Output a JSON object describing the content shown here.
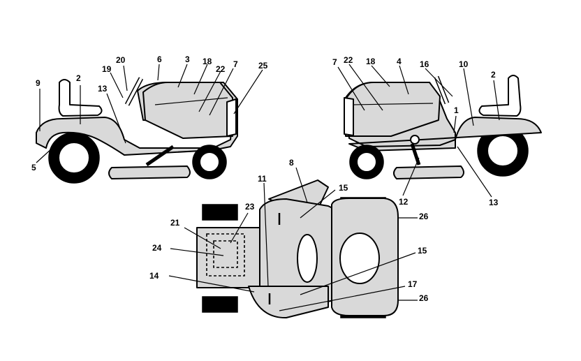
{
  "callouts": {
    "left": [
      "9",
      "2",
      "20",
      "19",
      "13",
      "6",
      "3",
      "18",
      "22",
      "7",
      "25",
      "5"
    ],
    "right": [
      "7",
      "22",
      "18",
      "4",
      "16",
      "10",
      "2",
      "1",
      "13",
      "12"
    ],
    "top": [
      "8",
      "11",
      "15",
      "23",
      "21",
      "24",
      "14",
      "26",
      "15",
      "17",
      "26"
    ]
  }
}
